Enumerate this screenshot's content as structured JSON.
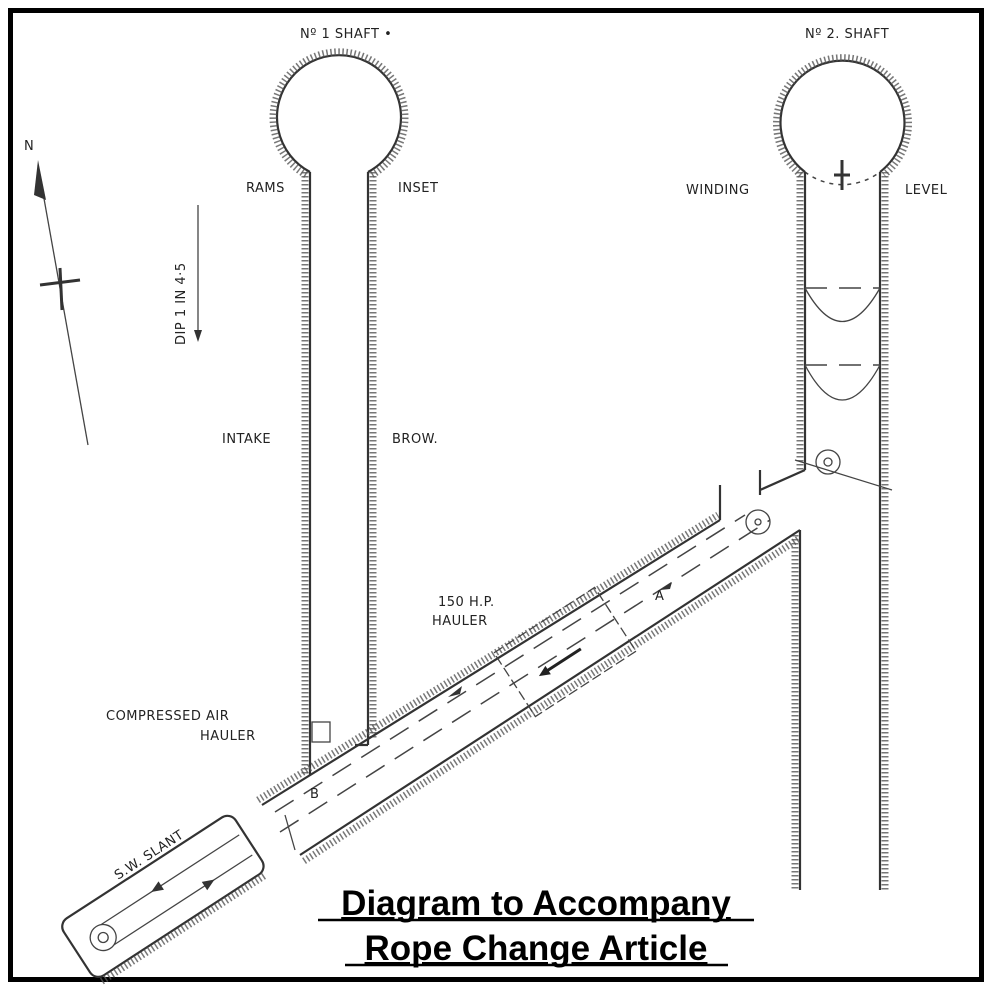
{
  "labels": {
    "shaft1": "Nº 1 SHAFT •",
    "shaft2": "Nº 2. SHAFT",
    "rams": "RAMS",
    "inset": "INSET",
    "winding": "WINDING",
    "level": "LEVEL",
    "dip": "DIP 1 IN 4·5",
    "north": "N",
    "intake": "INTAKE",
    "brow": "BROW.",
    "hauler150_line1": "150 H.P.",
    "hauler150_line2": "HAULER",
    "compressed_line1": "COMPRESSED  AIR",
    "compressed_line2": "HAULER",
    "point_a": "A",
    "point_b": "B",
    "sw_slant": "S.W. SLANT"
  },
  "title": {
    "line1": "Diagram to Accompany",
    "line2": "Rope Change Article"
  }
}
